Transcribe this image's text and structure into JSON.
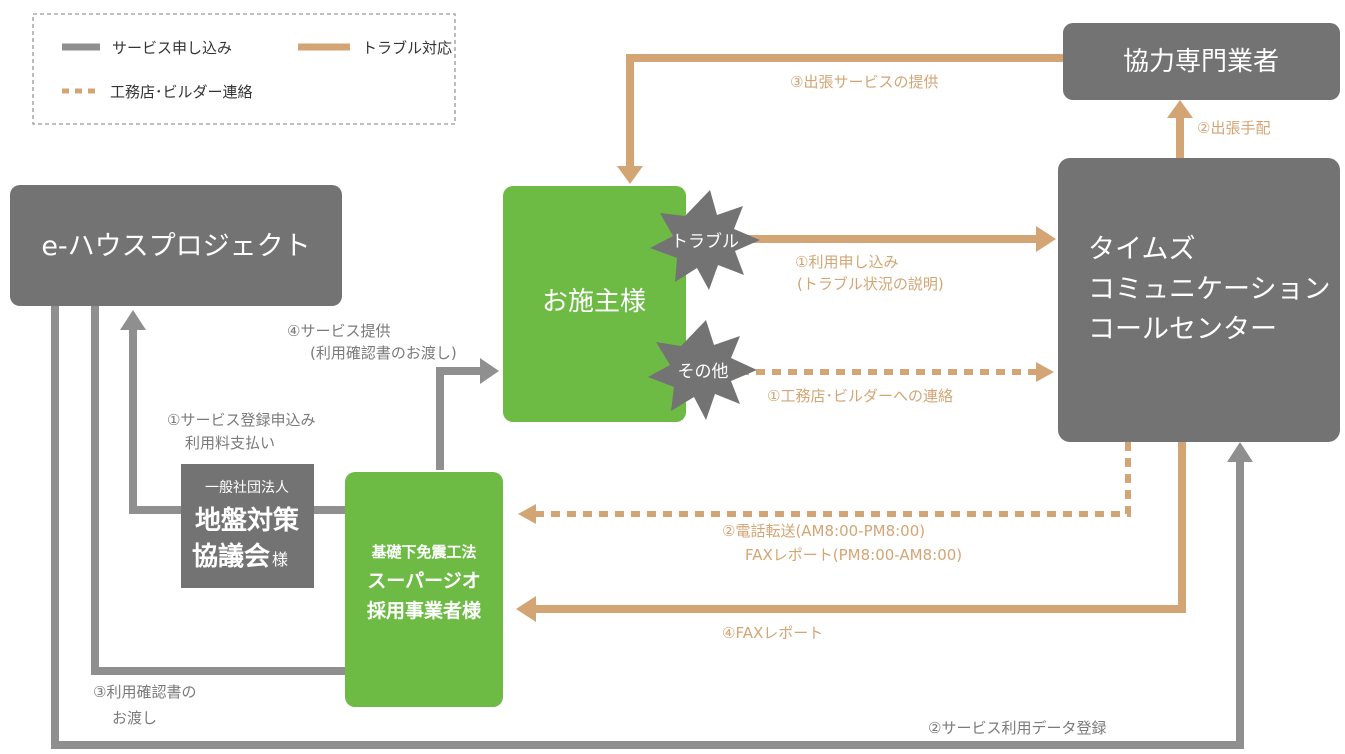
{
  "legend": {
    "service_application": "サービス申し込み",
    "trouble_response": "トラブル対応",
    "builder_contact": "工務店･ビルダー連絡"
  },
  "colors": {
    "gray": "#8f8f8f",
    "dark_gray": "#737373",
    "orange": "#D4A574",
    "green": "#6DBB45"
  },
  "nodes": {
    "ehouse": "e-ハウスプロジェクト",
    "specialist": "協力専門業者",
    "owner": "お施主様",
    "trouble": "トラブル",
    "other": "その他",
    "times": [
      "タイムズ",
      "コミュニケーション",
      "コールセンター"
    ],
    "council": {
      "prefix": "一般社団法人",
      "line1": "地盤対策",
      "line2": "協議会",
      "suffix": "様"
    },
    "operator": [
      "基礎下免震工法",
      "スーパージオ",
      "採用事業者様"
    ]
  },
  "labels": {
    "dispatch_service": "③出張サービスの提供",
    "dispatch_arrange": "②出張手配",
    "apply": "①利用申し込み",
    "apply_sub": "(トラブル状況の説明)",
    "builder_contact": "①工務店･ビルダーへの連絡",
    "service_provide": "④サービス提供",
    "service_provide_sub": "(利用確認書のお渡し)",
    "service_register_1": "①サービス登録申込み",
    "service_register_2": "利用料支払い",
    "phone_transfer_1": "②電話転送(AM8:00-PM8:00)",
    "phone_transfer_2": "FAXレポート(PM8:00-AM8:00)",
    "fax_report": "④FAXレポート",
    "confirm_doc_1": "③利用確認書の",
    "confirm_doc_2": "お渡し",
    "data_register": "②サービス利用データ登録"
  }
}
